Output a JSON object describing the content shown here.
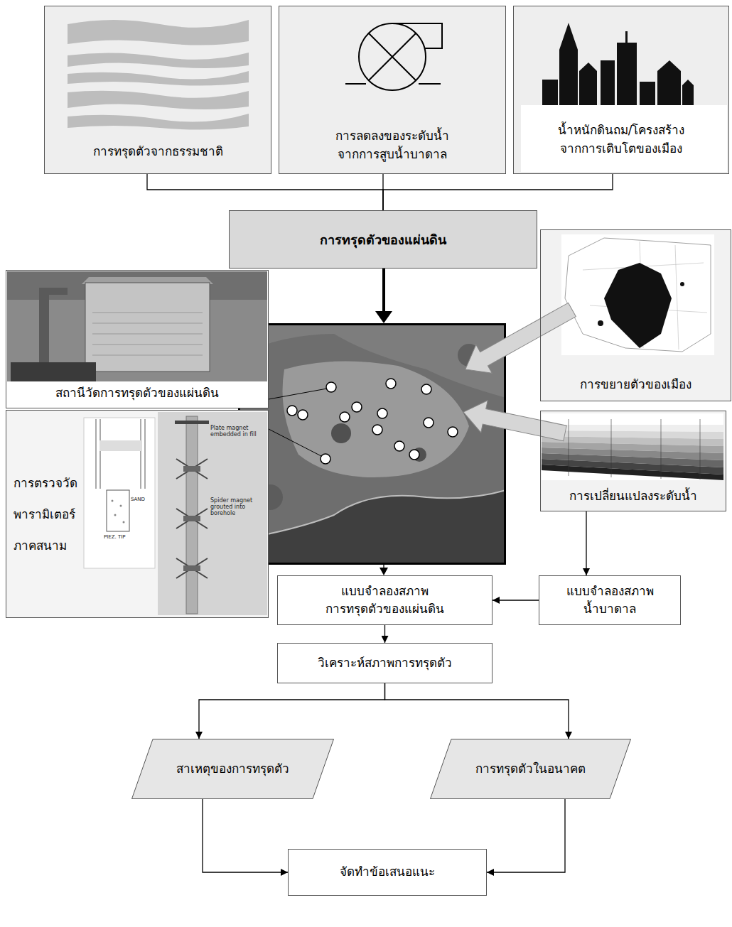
{
  "diagram": {
    "nodes": [
      {
        "text": [
          "การทรุดตัวจากธรรมชาติ"
        ]
      },
      {
        "text": [
          "การลดลงของระดับน้ำ จากการสูบน้ำบาดาล"
        ]
      },
      {
        "text": [
          "น้ำหนักดินถม/โครงสร้าง จากการเติบโตของเมือง"
        ]
      },
      {
        "text": [
          "การทรุดตัวของแผ่นดิน"
        ]
      },
      {
        "text": [
          "สถานีวัดการทรุดตัวของแผ่นดิน"
        ]
      },
      {
        "text": [
          "การขยายตัวของเมือง"
        ]
      },
      {
        "text": [
          "การตรวจวัด พารามิเตอร์ ภาคสนาม"
        ]
      },
      {
        "text": [
          "การเปลี่ยนแปลงระดับน้ำ"
        ]
      },
      {
        "text": [
          "แบบจำลองสภาพ การทรุดตัวของแผ่นดิน"
        ]
      },
      {
        "text": [
          "แบบจำลองสภาพ น้ำบาดาล"
        ]
      },
      {
        "text": [
          "วิเคราะห์สภาพการทรุดตัว"
        ]
      },
      {
        "text": [
          "สาเหตุของการทรุดตัว"
        ]
      },
      {
        "text": [
          "การทรุดตัวในอนาคต"
        ]
      },
      {
        "text": [
          "จัดทำข้อเสนอแนะ"
        ]
      }
    ],
    "edges": [
      {
        "from": 0,
        "to": 3,
        "arrow": "none"
      },
      {
        "from": 1,
        "to": 3,
        "arrow": "none"
      },
      {
        "from": 2,
        "to": 3,
        "arrow": "none"
      },
      {
        "from": 7,
        "to": 9,
        "arrow": "to"
      },
      {
        "from": 9,
        "to": 8,
        "arrow": "to"
      },
      {
        "from": 8,
        "to": 10,
        "arrow": "to"
      },
      {
        "from": 10,
        "to": 11,
        "arrow": "to"
      },
      {
        "from": 10,
        "to": 12,
        "arrow": "to"
      },
      {
        "from": 11,
        "to": 13,
        "arrow": "to"
      },
      {
        "from": 12,
        "to": 13,
        "arrow": "to"
      }
    ],
    "labels": [
      "Plate magnet embedded in fill",
      "Spider magnet grouted into borehole",
      "SAND",
      "PIEZ. TIP"
    ]
  }
}
